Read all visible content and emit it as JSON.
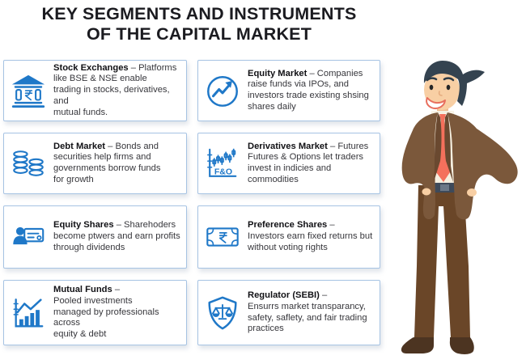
{
  "title": {
    "line1": "KEY SEGMENTS AND INSTRUMENTS",
    "line2": "OF THE CAPITAL MARKET"
  },
  "colors": {
    "accent_blue": "#1f78c8",
    "card_border": "#a6c3e3",
    "title_text": "#1b1b20",
    "suit_brown": "#7b583b",
    "pants_brown": "#6a4628",
    "tie_coral": "#f4705c",
    "hair_dark": "#344350",
    "skin": "#f8cfa4"
  },
  "cards": [
    {
      "icon": "bank-rupee-icon",
      "name": "Stock Exchanges",
      "rest": " – Platforms\nlike BSE & NSE enable\ntrading in stocks, derivatives, and\nmutual funds."
    },
    {
      "icon": "growth-arrow-circle-icon",
      "name": "Equity Market",
      "rest": " – Companies\nraise funds via IPOs, and\ninvestors trade existing shsing\nshares daily"
    },
    {
      "icon": "coin-stacks-icon",
      "name": "Debt Market",
      "rest": " – Bonds and\nsecurities help firms and\ngovernments borrow funds\nfor growth"
    },
    {
      "icon": "candlestick-chart-icon",
      "icon_label": "F&O",
      "name": "Derivatives Market",
      "rest": " – Futures\nFutures & Options let traders\ninvest in indicies and\ncommodities"
    },
    {
      "icon": "shareholder-certificate-icon",
      "name": "Equity Shares",
      "rest": " – Sharehoders\nbecome ptwers and earn profits\nthrough dividends"
    },
    {
      "icon": "rupee-banknote-icon",
      "name": "Preference Shares",
      "rest": " –\nInvestors earn fixed returns but\nwithout voting rights"
    },
    {
      "icon": "bar-chart-trend-icon",
      "name": "Mutual Funds",
      "rest": " –\nPooled investments\nmanaged by professionals across\nequity & debt"
    },
    {
      "icon": "shield-scales-icon",
      "name": "Regulator (SEBI)",
      "rest": " –\nEnsurrs market transparancy,\nsafety, saflety, and fair trading\npractices"
    }
  ],
  "illustration": {
    "name": "businessman standing with hands on hips"
  }
}
